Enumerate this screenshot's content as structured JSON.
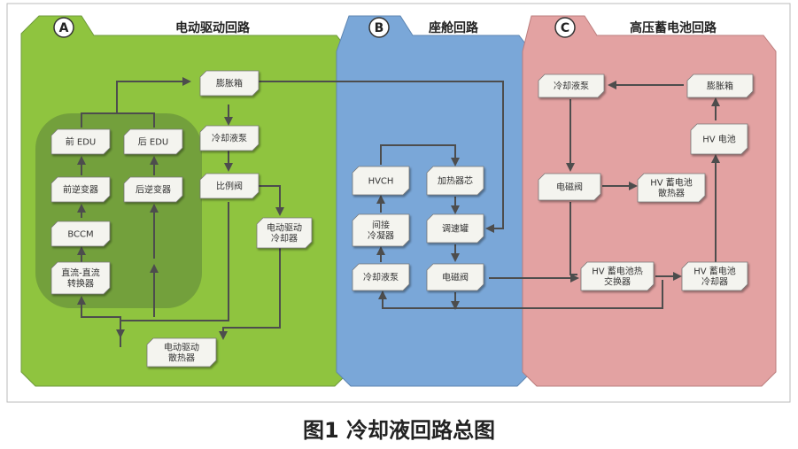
{
  "caption": "图1 冷却液回路总图",
  "panels": {
    "a": {
      "badge": "A",
      "title": "电动驱动回路"
    },
    "b": {
      "badge": "B",
      "title": "座舱回路"
    },
    "c": {
      "badge": "C",
      "title": "高压蓄电池回路"
    }
  },
  "nodes": {
    "a_tank": [
      "膨胀箱"
    ],
    "a_pump": [
      "冷却液泵"
    ],
    "a_prop_valve": [
      "比例阀"
    ],
    "a_drive_cooler": [
      "电动驱动",
      "冷却器"
    ],
    "a_radiator": [
      "电动驱动",
      "散热器"
    ],
    "a_front_edu": [
      "前 EDU"
    ],
    "a_rear_edu": [
      "后 EDU"
    ],
    "a_front_inv": [
      "前逆变器"
    ],
    "a_rear_inv": [
      "后逆变器"
    ],
    "a_bccm": [
      "BCCM"
    ],
    "a_dcdc": [
      "直流-直流",
      "转换器"
    ],
    "b_hvch": [
      "HVCH"
    ],
    "b_heater_core": [
      "加热器芯"
    ],
    "b_indirect_cond": [
      "间接",
      "冷凝器"
    ],
    "b_surge": [
      "调速罐"
    ],
    "b_pump": [
      "冷却液泵"
    ],
    "b_valve": [
      "电磁阀"
    ],
    "c_pump": [
      "冷却液泵"
    ],
    "c_tank": [
      "膨胀箱"
    ],
    "c_battery": [
      "HV 电池"
    ],
    "c_valve": [
      "电磁阀"
    ],
    "c_radiator": [
      "HV 蓄电池",
      "散热器"
    ],
    "c_hx": [
      "HV 蓄电池热",
      "交换器"
    ],
    "c_cooler": [
      "HV 蓄电池",
      "冷却器"
    ]
  },
  "colors": {
    "panel_a": "#8fc43f",
    "panel_b": "#7aa7d8",
    "panel_c": "#e3a2a2",
    "inner_a": "#6f9a3c",
    "node_fill": "#f4f4ef",
    "arrow": "#4d4d4d"
  }
}
